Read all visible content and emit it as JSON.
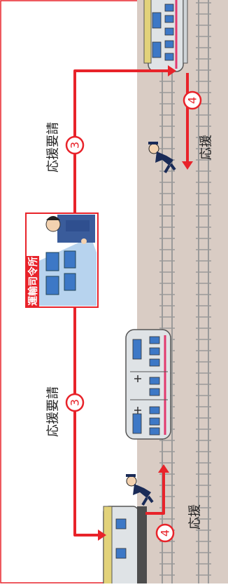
{
  "labels": {
    "support_request": "応援要請",
    "support": "応援",
    "command_center": "運輸司令所",
    "step_request": "3",
    "step_support": "4"
  },
  "colors": {
    "arrow_red": "#e8232a",
    "frame_red": "#e8232a",
    "ground": "#d9ccc4",
    "rail": "#9a9a9a",
    "train_body": "#dfe3e6",
    "train_stripe": "#e23a6e",
    "window_blue": "#3d78c6",
    "cab_yellow": "#e2d27a"
  },
  "icons": [
    "train-icon",
    "staff-running-icon",
    "dispatcher-monitor-icon"
  ]
}
